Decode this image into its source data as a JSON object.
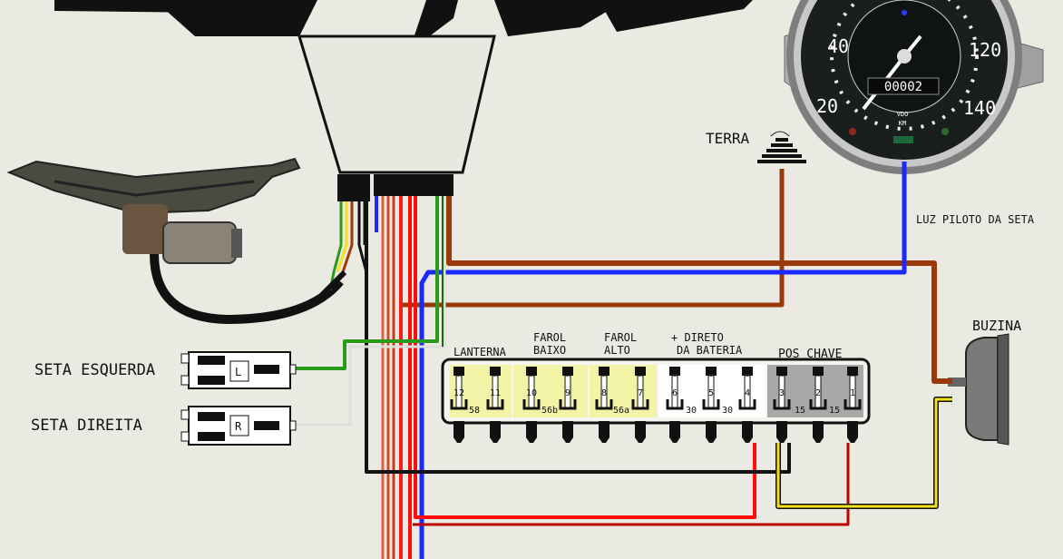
{
  "labels": {
    "terra": "TERRA",
    "luz_piloto": "LUZ PILOTO DA SETA",
    "buzina": "BUZINA",
    "seta_esquerda": "SETA ESQUERDA",
    "seta_direita": "SETA DIREITA",
    "lanterna": "LANTERNA",
    "farol_baixo": [
      "FAROL",
      "BAIXO"
    ],
    "farol_alto": [
      "FAROL",
      "ALTO"
    ],
    "direto_bateria": [
      "+ DIRETO",
      "DA BATERIA"
    ],
    "pos_chave": "POS CHAVE",
    "relay_left": "L",
    "relay_right": "R"
  },
  "fuse_numbers": [
    "12",
    "11",
    "10",
    "9",
    "8",
    "7",
    "6",
    "5",
    "4",
    "3",
    "2",
    "1"
  ],
  "fuse_terminals": [
    "58",
    "56b",
    "56a",
    "30",
    "30",
    "15",
    "15"
  ],
  "speedometer": {
    "numbers": [
      "20",
      "40",
      "120",
      "140"
    ],
    "odometer": "00002",
    "brand": "VDO",
    "unit": "KM"
  },
  "colors": {
    "brown": "#9a3a0a",
    "blue": "#1a2aff",
    "red": "#ff0d0d",
    "black": "#111111",
    "green": "#2a9a1a",
    "yellow": "#f0e020",
    "fuse_yellow": "#f3f3a8",
    "fuse_white": "#ffffff",
    "fuse_gray": "#a8a8a8"
  }
}
